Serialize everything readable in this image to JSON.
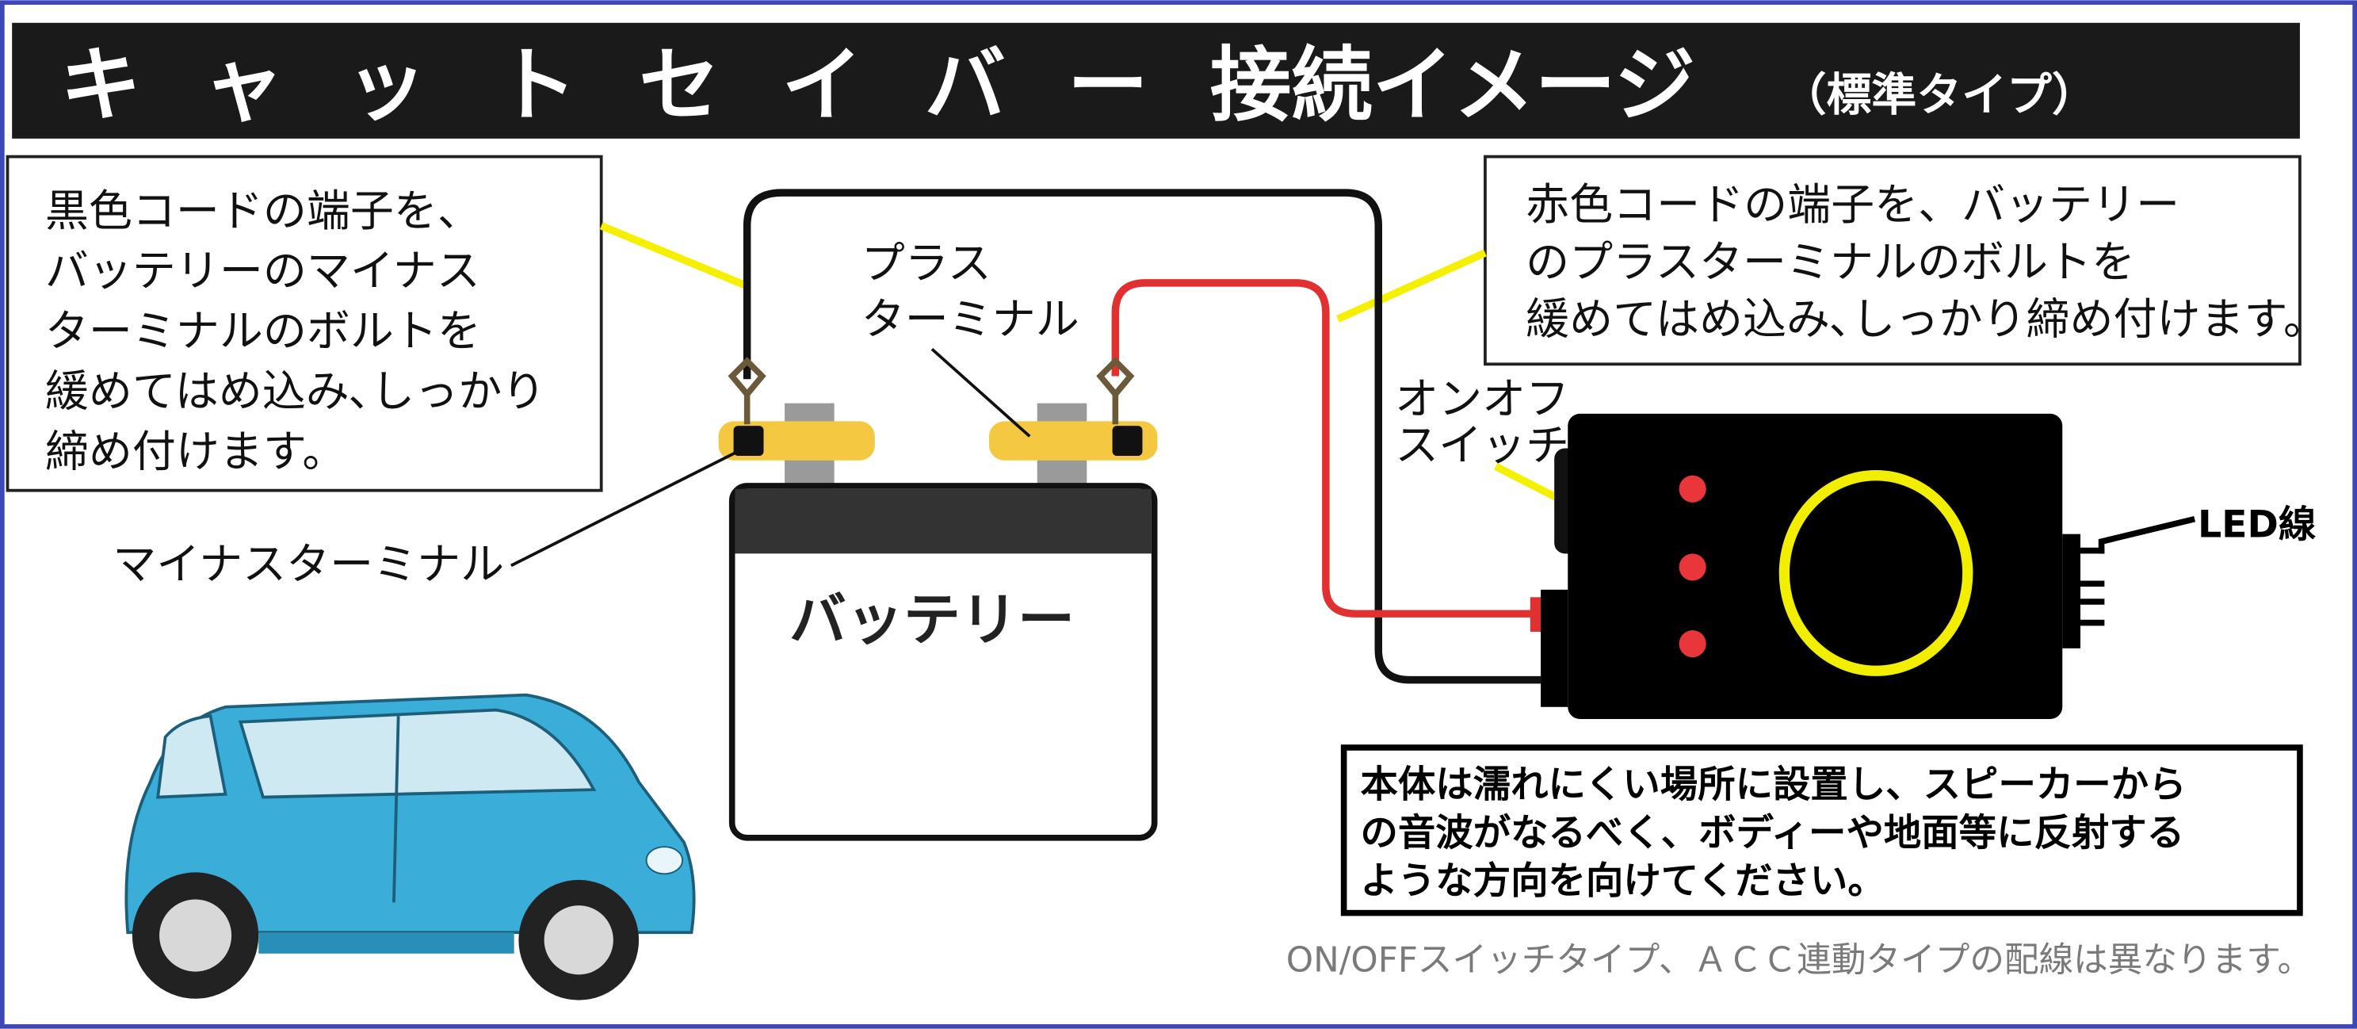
{
  "title": {
    "main": "キャットセイバー接続イメージ",
    "main_chars": [
      "キ",
      "ャ",
      "ッ",
      "ト",
      "セ",
      "イ",
      "バ",
      "ー"
    ],
    "main_suffix": "接続イメージ",
    "sub": "（標準タイプ）"
  },
  "left_callout": {
    "lines": [
      "黒色コードの端子を、",
      "バッテリーのマイナス",
      "ターミナルのボルトを",
      "緩めてはめ込み､しっかり",
      "締め付けます。"
    ]
  },
  "right_callout": {
    "lines": [
      "赤色コードの端子を、バッテリー",
      "のプラスターミナルのボルトを",
      "緩めてはめ込み､しっかり締め付けます。"
    ]
  },
  "labels": {
    "plus_terminal": [
      "プラス",
      "ターミナル"
    ],
    "minus_terminal": "マイナスターミナル",
    "battery": "バッテリー",
    "switch": [
      "オンオフ",
      "スイッチ"
    ],
    "led_wire": "LED線"
  },
  "notice": {
    "lines": [
      "本体は濡れにくい場所に設置し、スピーカーから",
      "の音波がなるべく、ボディーや地面等に反射する",
      "ような方向を向けてください。"
    ]
  },
  "footer": "ON/OFFスイッチタイプ、ＡＣＣ連動タイプの配線は異なります。",
  "colors": {
    "title_bg": "#1a1a1a",
    "callout_line": "#f5f000",
    "red_wire": "#e03030",
    "terminal": "#f5c842",
    "device": "#000000",
    "led_dot": "#e8363a",
    "speaker_ring": "#f2ee00",
    "car_body": "#3aaed8",
    "frame": "#3d47b5",
    "footer_text": "#7a7a7a"
  }
}
